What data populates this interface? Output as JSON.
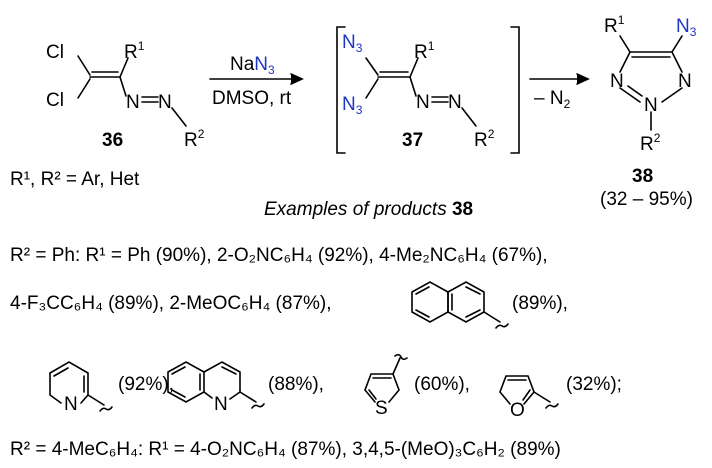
{
  "colors": {
    "azide": "#1f35c8",
    "ink": "#000000"
  },
  "reaction": {
    "sm": {
      "label_cl": "Cl",
      "r1": "R",
      "r1_sup": "1",
      "r2": "R",
      "r2_sup": "2",
      "n": "N",
      "number": "36"
    },
    "step1": {
      "reagent_na": "Na",
      "reagent_n3": "N",
      "reagent_n3_sub": "3",
      "conditions": "DMSO, rt"
    },
    "intermediate": {
      "n3": "N",
      "n3_sub": "3",
      "r1": "R",
      "r1_sup": "1",
      "r2": "R",
      "r2_sup": "2",
      "n": "N",
      "number": "37"
    },
    "step2": {
      "conditions": "– N",
      "conditions_sub": "2"
    },
    "product": {
      "r1": "R",
      "r1_sup": "1",
      "n3": "N",
      "n3_sub": "3",
      "n": "N",
      "r2": "R",
      "r2_sup": "2",
      "number": "38",
      "yield_range": "(32 – 95%)"
    }
  },
  "definitions": {
    "r_groups": "R¹, R² = Ar, Het",
    "examples_text": "Examples of products",
    "examples_num": "38"
  },
  "examples": {
    "line1": "R² = Ph: R¹ = Ph (90%), 2-O₂NC₆H₄ (92%), 4-Me₂NC₆H₄ (67%),",
    "line2": "4-F₃CC₆H₄ (89%), 2-MeOC₆H₄ (87%),",
    "naphthyl_yield": "(89%),",
    "pyridyl_yield": "(92%),",
    "quinolyl_yield": "(88%),",
    "thienyl_yield": "(60%),",
    "furyl_yield": "(32%);",
    "hetero_n": "N",
    "hetero_s": "S",
    "hetero_o": "O",
    "line5": "R² = 4-MeC₆H₄: R¹ = 4-O₂NC₆H₄ (87%), 3,4,5-(MeO)₃C₆H₂ (89%)"
  }
}
